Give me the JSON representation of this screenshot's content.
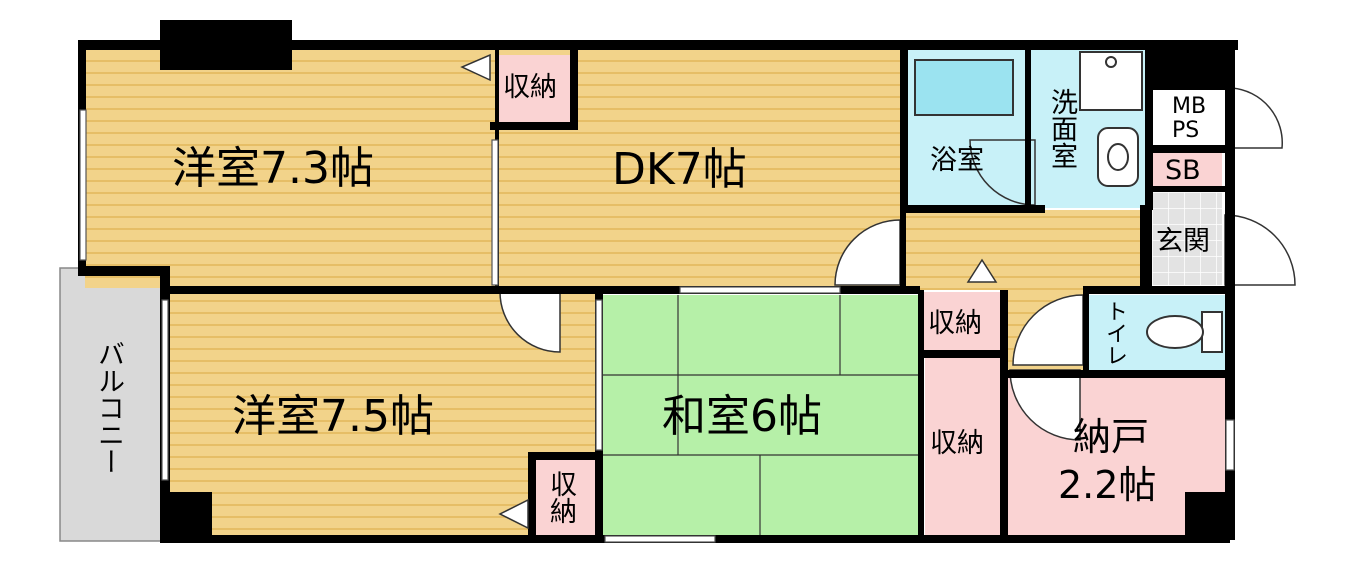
{
  "rooms": {
    "western1": "洋室7.3帖",
    "dk": "DK7帖",
    "western2": "洋室7.5帖",
    "japanese": "和室6帖",
    "storeroom_line1": "納戸",
    "storeroom_line2": "2.2帖"
  },
  "labels": {
    "closet": "収納",
    "bath": "浴室",
    "washroom": "洗面室",
    "mbps_line1": "MB",
    "mbps_line2": "PS",
    "shoebox": "SB",
    "entrance": "玄関",
    "toilet": "トイレ",
    "balcony": "バルコニー"
  },
  "colors": {
    "wood": "#F2D38A",
    "wood_stripe": "#E6BE66",
    "tatami": "#B6F0A8",
    "closet": "#FAD3D3",
    "water": "#C8F1F8",
    "balcony": "#D9D9D9",
    "wall": "#000000"
  }
}
